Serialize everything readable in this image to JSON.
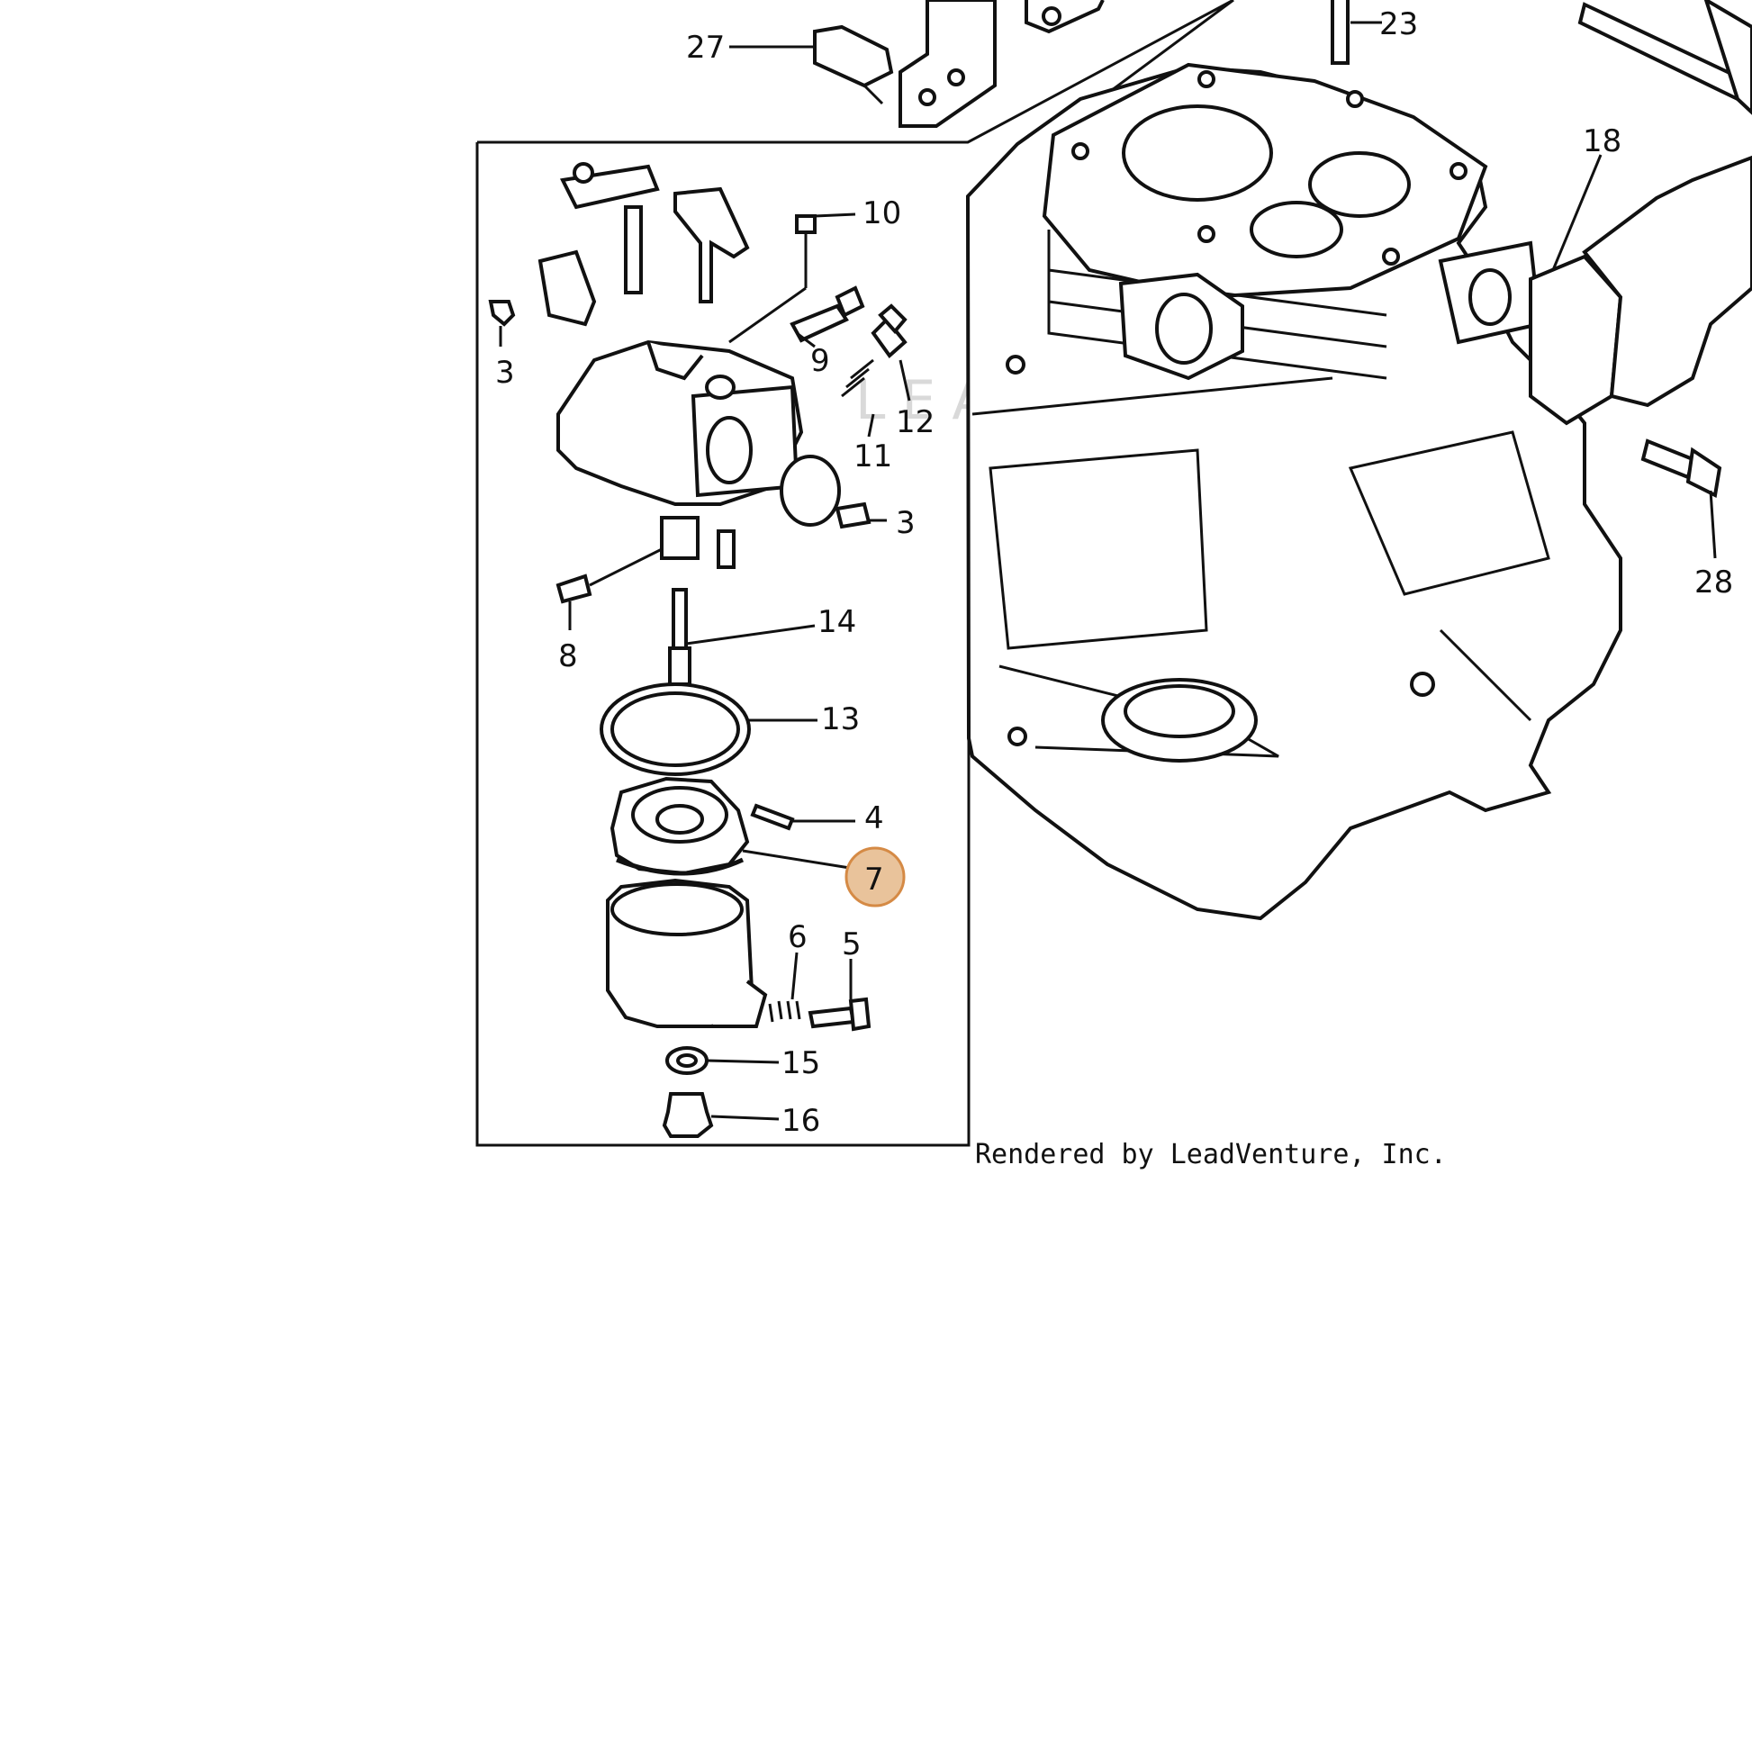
{
  "diagram": {
    "credit": "Rendered by LeadVenture, Inc.",
    "watermark": "LEAD ENTURE",
    "highlight_color": "#e9c39b",
    "highlight_border": "#d58a45",
    "callouts": {
      "c27": "27",
      "c23": "23",
      "c18": "18",
      "c10": "10",
      "c3a": "3",
      "c9": "9",
      "c12": "12",
      "c11": "11",
      "c3b": "3",
      "c28": "28",
      "c8": "8",
      "c14": "14",
      "c13": "13",
      "c4": "4",
      "c7": "7",
      "c6": "6",
      "c5": "5",
      "c15": "15",
      "c16": "16"
    }
  }
}
